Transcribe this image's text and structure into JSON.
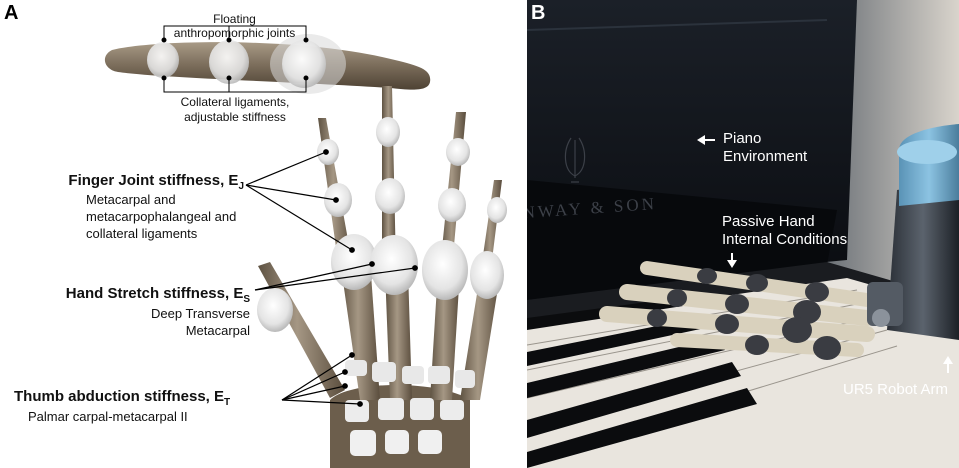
{
  "panel_a": {
    "letter": "A",
    "top_caption": "Floating anthropomorphic joints",
    "collateral_caption_line1": "Collateral ligaments,",
    "collateral_caption_line2": "adjustable stiffness",
    "finger_joint_title": "Finger Joint stiffness, E",
    "finger_joint_sub": "J",
    "finger_joint_line1": "Metacarpal and",
    "finger_joint_line2": "metacarpophalangeal and",
    "finger_joint_line3": "collateral ligaments",
    "hand_stretch_title": "Hand Stretch stiffness, E",
    "hand_stretch_sub": "S",
    "hand_stretch_line1": "Deep Transverse",
    "hand_stretch_line2": "Metacarpal",
    "thumb_title": "Thumb abduction stiffness, E",
    "thumb_sub": "T",
    "thumb_line1": "Palmar carpal-metacarpal II"
  },
  "panel_b": {
    "letter": "B",
    "piano_line1": "Piano",
    "piano_line2": "Environment",
    "passive_line1": "Passive Hand",
    "passive_line2": "Internal Conditions",
    "robot_label": "UR5 Robot Arm",
    "piano_brand_text": "NWAY & SON"
  }
}
